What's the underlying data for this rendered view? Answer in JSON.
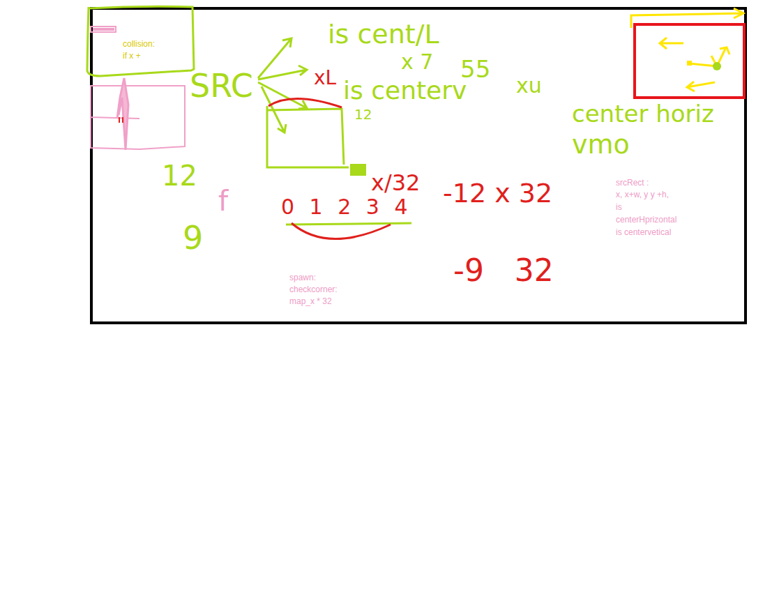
{
  "diagram": {
    "nodes": [
      {
        "text": [
          "collision:",
          "if x +"
        ]
      }
    ],
    "labels": [
      "SRC",
      "is cent/L",
      "x 7",
      "55",
      "xu",
      "center horiz",
      "vmo",
      "xL",
      "is centerv",
      "12",
      "12",
      "9",
      "f",
      "0 1 2 3 4",
      "x/32",
      "-12 x 32",
      "-9 32",
      "spawn:",
      "checkcorner:",
      "map_x * 32",
      "srcRect :",
      "x, x+w, y y +h,",
      "is",
      "centerHprizontal",
      "is centervetical"
    ]
  }
}
